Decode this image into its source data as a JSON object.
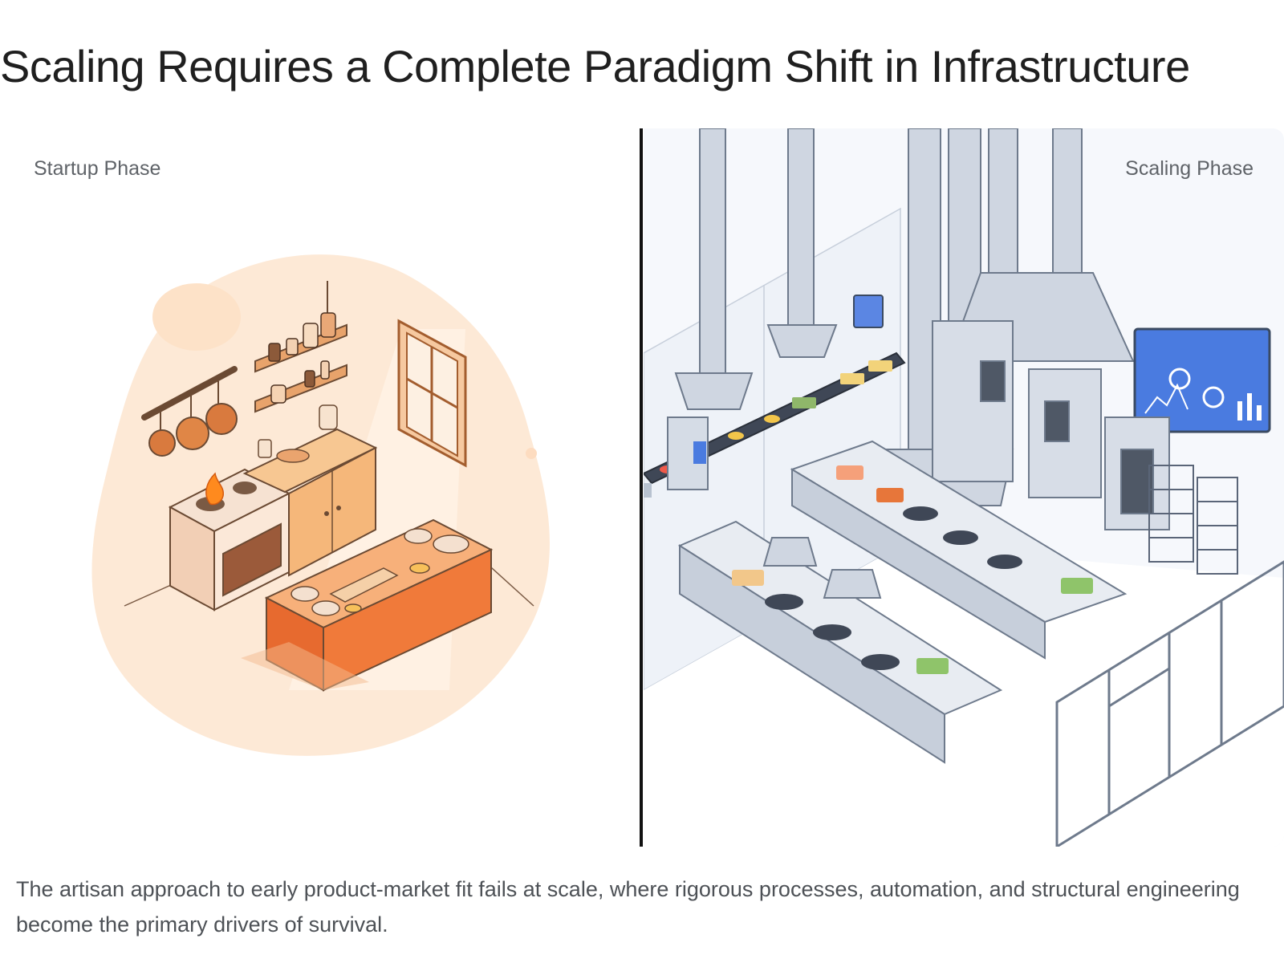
{
  "slide": {
    "title": "Scaling Requires a Complete Paradigm Shift in Infrastructure",
    "caption": "The artisan approach to early product-market fit fails at scale, where rigorous processes, automation, and structural engineering become the primary drivers of survival."
  },
  "panels": {
    "left": {
      "label": "Startup Phase"
    },
    "right": {
      "label": "Scaling Phase"
    }
  },
  "colors": {
    "warm_accent": "#f07a3a",
    "warm_light": "#fde7d2",
    "cool_steel": "#c9d2de",
    "cool_screen": "#4a7be0",
    "divider": "#111111"
  }
}
